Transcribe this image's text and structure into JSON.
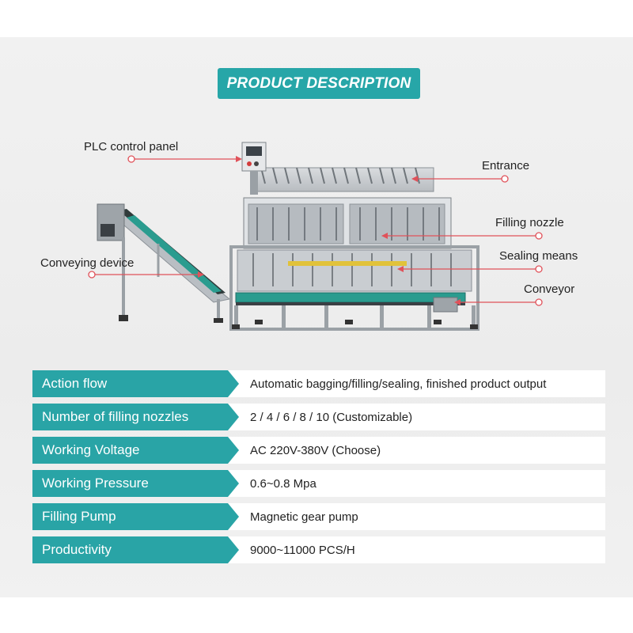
{
  "header": {
    "title": "PRODUCT DESCRIPTION"
  },
  "callouts": {
    "plc": "PLC control panel",
    "entrance": "Entrance",
    "filling_nozzle": "Filling nozzle",
    "conveying_device": "Conveying device",
    "sealing_means": "Sealing means",
    "conveyor": "Conveyor"
  },
  "specs": [
    {
      "key": "Action flow",
      "value": "Automatic bagging/filling/sealing, finished product output"
    },
    {
      "key": "Number of filling nozzles",
      "value": "2 / 4 / 6 / 8 / 10  (Customizable)"
    },
    {
      "key": "Working Voltage",
      "value": "AC 220V-380V (Choose)"
    },
    {
      "key": "Working Pressure",
      "value": "0.6~0.8 Mpa"
    },
    {
      "key": "Filling Pump",
      "value": "Magnetic gear pump"
    },
    {
      "key": "Productivity",
      "value": "9000~11000 PCS/H"
    }
  ],
  "colors": {
    "accent": "#29a4a6",
    "callout_line": "#e0525a"
  }
}
